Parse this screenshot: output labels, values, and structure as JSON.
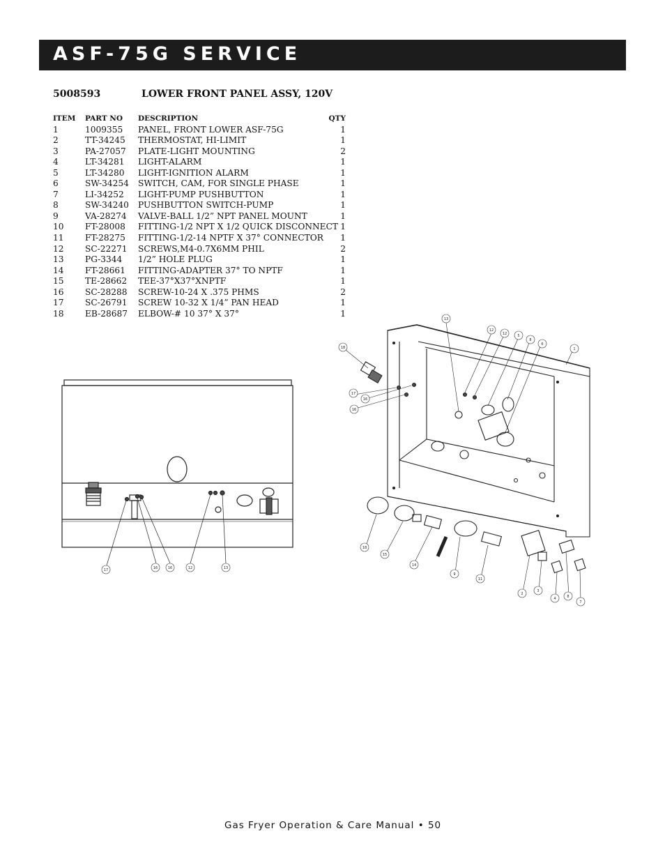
{
  "header": {
    "title": "ASF-75G SERVICE"
  },
  "assembly": {
    "number": "5008593",
    "name": "LOWER FRONT PANEL ASSY, 120V"
  },
  "parts_table": {
    "columns": {
      "item": "ITEM",
      "part_no": "PART NO",
      "description": "DESCRIPTION",
      "qty": "QTY"
    },
    "rows": [
      {
        "item": "1",
        "part_no": "1009355",
        "description": "PANEL, FRONT LOWER ASF-75G",
        "qty": "1"
      },
      {
        "item": "2",
        "part_no": "TT-34245",
        "description": "THERMOSTAT, HI-LIMIT",
        "qty": "1"
      },
      {
        "item": "3",
        "part_no": "PA-27057",
        "description": "PLATE-LIGHT MOUNTING",
        "qty": "2"
      },
      {
        "item": "4",
        "part_no": "LT-34281",
        "description": "LIGHT-ALARM",
        "qty": "1"
      },
      {
        "item": "5",
        "part_no": "LT-34280",
        "description": "LIGHT-IGNITION ALARM",
        "qty": "1"
      },
      {
        "item": "6",
        "part_no": "SW-34254",
        "description": "SWITCH, CAM, FOR SINGLE PHASE",
        "qty": "1"
      },
      {
        "item": "7",
        "part_no": "LI-34252",
        "description": "LIGHT-PUMP PUSHBUTTON",
        "qty": "1"
      },
      {
        "item": "8",
        "part_no": "SW-34240",
        "description": "PUSHBUTTON SWITCH-PUMP",
        "qty": "1"
      },
      {
        "item": "9",
        "part_no": "VA-28274",
        "description": "VALVE-BALL 1/2” NPT PANEL MOUNT",
        "qty": "1"
      },
      {
        "item": "10",
        "part_no": "FT-28008",
        "description": "FITTING-1/2 NPT X 1/2 QUICK DISCONNECT",
        "qty": "1"
      },
      {
        "item": "11",
        "part_no": "FT-28275",
        "description": "FITTING-1/2-14 NPTF X 37° CONNECTOR",
        "qty": "1"
      },
      {
        "item": "12",
        "part_no": "SC-22271",
        "description": "SCREWS,M4-0.7X6MM PHIL",
        "qty": "2"
      },
      {
        "item": "13",
        "part_no": "PG-3344",
        "description": "1/2” HOLE PLUG",
        "qty": "1"
      },
      {
        "item": "14",
        "part_no": "FT-28661",
        "description": "FITTING-ADAPTER 37° TO NPTF",
        "qty": "1"
      },
      {
        "item": "15",
        "part_no": "TE-28662",
        "description": "TEE-37°X37°XNPTF",
        "qty": "1"
      },
      {
        "item": "16",
        "part_no": "SC-28288",
        "description": "SCREW-10-24 X .375 PHMS",
        "qty": "2"
      },
      {
        "item": "17",
        "part_no": "SC-26791",
        "description": "SCREW 10-32 X 1/4” PAN HEAD",
        "qty": "1"
      },
      {
        "item": "18",
        "part_no": "EB-28687",
        "description": "ELBOW-# 10 37° X 37°",
        "qty": "1"
      }
    ]
  },
  "front_view_callouts": [
    "17",
    "16",
    "16",
    "12",
    "13"
  ],
  "exploded_view_callouts": [
    "13",
    "12",
    "12",
    "5",
    "8",
    "6",
    "1",
    "18",
    "17",
    "16",
    "16",
    "18",
    "15",
    "14",
    "9",
    "11",
    "2",
    "3",
    "4",
    "8",
    "7"
  ],
  "footer": {
    "text": "Gas Fryer Operation & Care Manual • 50"
  }
}
